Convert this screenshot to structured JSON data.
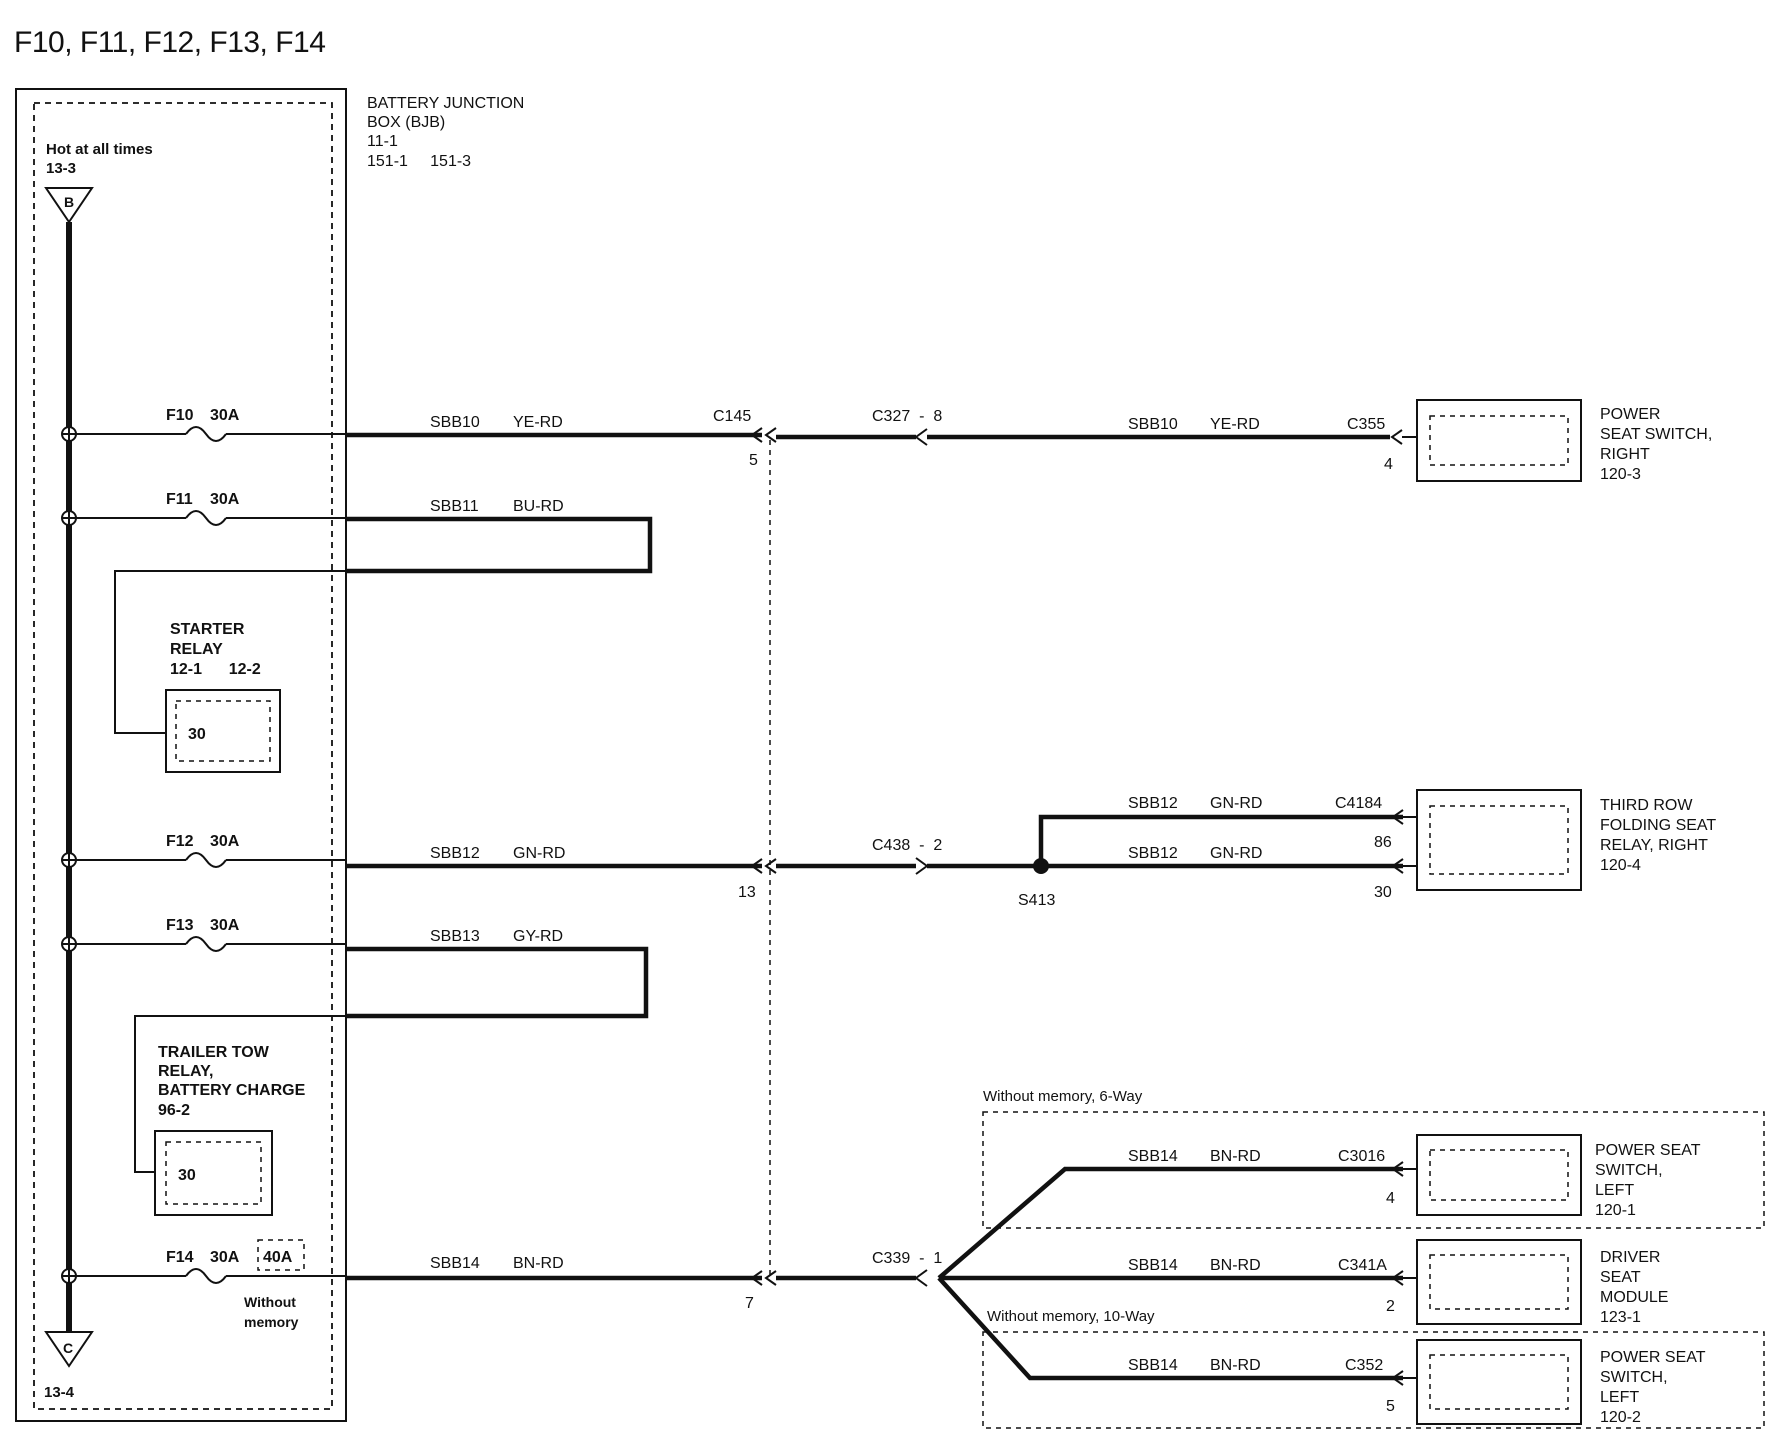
{
  "title": "F10, F11, F12, F13, F14",
  "bjb": {
    "label_lines": [
      "BATTERY  JUNCTION",
      "BOX (BJB)",
      "11-1",
      "151-1     151-3"
    ],
    "hot_label": "Hot at all times",
    "top_ref": "13-3",
    "top_connector": "B",
    "bottom_connector": "C",
    "bottom_ref": "13-4"
  },
  "fuses": [
    {
      "id": "F10",
      "rating": "30A"
    },
    {
      "id": "F11",
      "rating": "30A"
    },
    {
      "id": "F12",
      "rating": "30A"
    },
    {
      "id": "F13",
      "rating": "30A"
    },
    {
      "id": "F14",
      "rating": "30A",
      "alt_rating": "40A",
      "note_lines": [
        "Without",
        "memory"
      ]
    }
  ],
  "relays": [
    {
      "name_lines": [
        "STARTER",
        "RELAY"
      ],
      "refs": "12-1      12-2",
      "pin": "30"
    },
    {
      "name_lines": [
        "TRAILER TOW",
        "RELAY,",
        "BATTERY CHARGE"
      ],
      "refs": "96-2",
      "pin": "30"
    }
  ],
  "circuits": {
    "sbb10": "SBB10",
    "ye_rd": "YE-RD",
    "sbb11": "SBB11",
    "bu_rd": "BU-RD",
    "sbb12": "SBB12",
    "gn_rd": "GN-RD",
    "sbb13": "SBB13",
    "gy_rd": "GY-RD",
    "sbb14": "SBB14",
    "bn_rd": "BN-RD"
  },
  "connectors": {
    "c145": "C145",
    "c145_pin5": "5",
    "c145_pin13": "13",
    "c145_pin7": "7",
    "c327": "C327  -  8",
    "c438": "C438  -  2",
    "c339": "C339  -  1",
    "c355": "C355",
    "c355_pin": "4",
    "c4184": "C4184",
    "c4184_pin86": "86",
    "c4184_pin30": "30",
    "c3016": "C3016",
    "c3016_pin": "4",
    "c341a": "C341A",
    "c341a_pin": "2",
    "c352": "C352",
    "c352_pin": "5",
    "splice": "S413"
  },
  "variant_notes": {
    "six_way": "Without memory, 6-Way",
    "ten_way": "Without memory, 10-Way"
  },
  "components": [
    {
      "name_lines": [
        "POWER",
        "SEAT SWITCH,",
        "RIGHT",
        "120-3"
      ]
    },
    {
      "name_lines": [
        "THIRD ROW",
        "FOLDING SEAT",
        "RELAY, RIGHT",
        "120-4"
      ]
    },
    {
      "name_lines": [
        "POWER SEAT",
        "SWITCH,",
        "LEFT",
        "120-1"
      ]
    },
    {
      "name_lines": [
        "DRIVER",
        "SEAT",
        "MODULE",
        "123-1"
      ]
    },
    {
      "name_lines": [
        "POWER SEAT",
        "SWITCH,",
        "LEFT",
        "120-2"
      ]
    }
  ]
}
